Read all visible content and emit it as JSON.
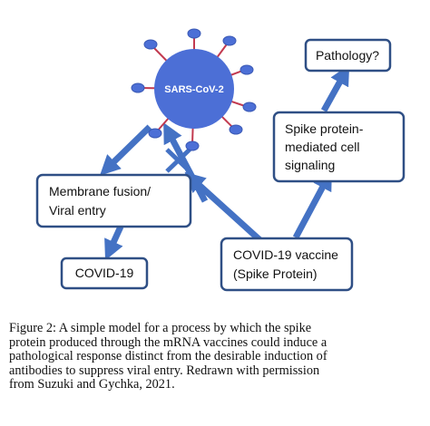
{
  "colors": {
    "arrow": "#4472C4",
    "virus": "#4C6FD6",
    "spike_tip": "#E0405A",
    "box_border": "#2F4F85"
  },
  "diagram": {
    "virus_label": "SARS-CoV-2",
    "box_pathology": "Pathology?",
    "box_signaling": [
      "Spike protein-",
      "mediated cell",
      "signaling"
    ],
    "box_membrane": [
      "Membrane fusion/",
      "Viral entry"
    ],
    "box_covid": "COVID-19",
    "box_vaccine": [
      "COVID-19 vaccine",
      "(Spike Protein)"
    ]
  },
  "caption": {
    "lines": [
      "Figure 2: A simple model for a process by which the spike",
      "protein produced through the mRNA vaccines could induce a",
      "pathological response distinct from the desirable induction of",
      "antibodies to suppress viral entry. Redrawn with permission",
      "from Suzuki and Gychka, 2021."
    ]
  }
}
